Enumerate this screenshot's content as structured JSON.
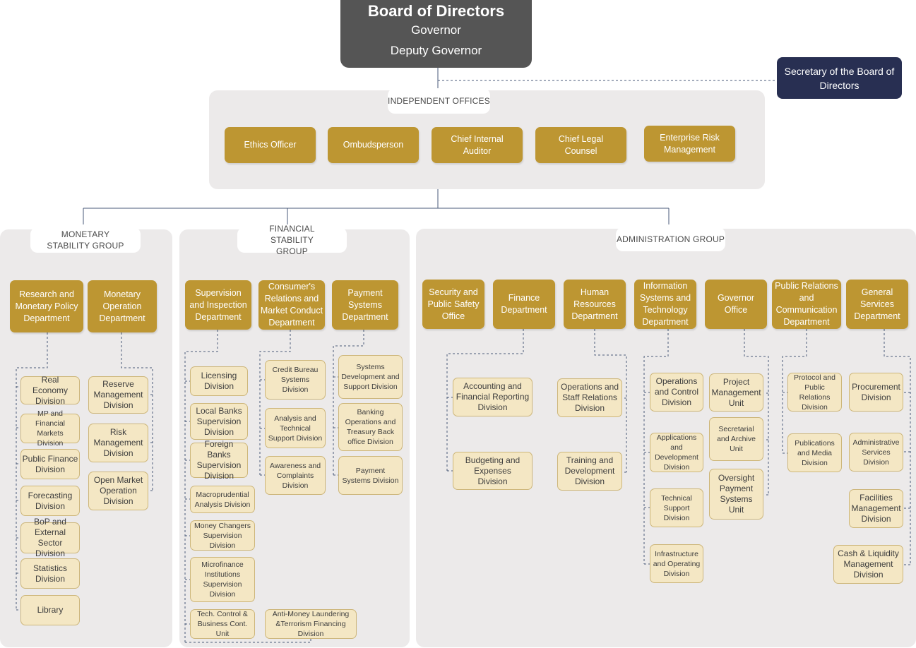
{
  "board": {
    "title": "Board of Directors",
    "governor": "Governor",
    "deputy": "Deputy Governor"
  },
  "secretary": "Secretary of the Board of Directors",
  "independent_offices": {
    "label": "INDEPENDENT OFFICES",
    "items": [
      "Ethics Officer",
      "Ombudsperson",
      "Chief Internal Auditor",
      "Chief Legal Counsel",
      "Enterprise Risk Management"
    ]
  },
  "groups": {
    "monetary": "MONETARY STABILITY GROUP",
    "financial": "FINANCIAL STABILITY GROUP",
    "administration": "ADMINISTRATION GROUP"
  },
  "departments": {
    "research": "Research and Monetary Policy Department",
    "monetary_operation": "Monetary Operation Department",
    "supervision": "Supervision and Inspection Department",
    "consumer": "Consumer's Relations and Market Conduct Department",
    "payment": "Payment Systems Department",
    "security": "Security and Public Safety Office",
    "finance": "Finance Department",
    "hr": "Human Resources Department",
    "ist": "Information Systems and Technology Department",
    "governor_office": "Governor Office",
    "public_relations": "Public Relations and Communication Department",
    "general_services": "General Services Department"
  },
  "divisions": {
    "research": [
      "Real Economy Division",
      "MP and Financial Markets Division",
      "Public Finance Division",
      "Forecasting Division",
      "BoP and External Sector Division",
      "Statistics Division",
      "Library"
    ],
    "monetary_operation": [
      "Reserve Management Division",
      "Risk Management Division",
      "Open Market Operation Division"
    ],
    "supervision": [
      "Licensing Division",
      "Local Banks Supervision Division",
      "Foreign Banks Supervision Division",
      "Macroprudential Analysis Division",
      "Money Changers Supervision Division",
      "Microfinance Institutions Supervision Division",
      "Tech. Control & Business Cont. Unit"
    ],
    "consumer": [
      "Credit Bureau Systems Division",
      "Analysis and Technical Support Division",
      "Awareness and Complaints Division",
      "Anti-Money Laundering &Terrorism Financing Division"
    ],
    "payment": [
      "Systems Development and Support Division",
      "Banking Operations and Treasury Back office Division",
      "Payment Systems Division"
    ],
    "finance": [
      "Accounting and Financial Reporting Division",
      "Budgeting and Expenses Division"
    ],
    "hr": [
      "Operations and Staff Relations Division",
      "Training and Development Division"
    ],
    "ist": [
      "Operations and Control Division",
      "Applications and Development Division",
      "Technical Support Division",
      "Infrastructure and Operating Division"
    ],
    "governor_office": [
      "Project Management Unit",
      "Secretarial and Archive Unit",
      "Oversight Payment Systems Unit"
    ],
    "public_relations": [
      "Protocol and Public Relations Division",
      "Publications and Media Division"
    ],
    "general_services": [
      "Procurement Division",
      "Administrative Services Division",
      "Facilities Management Division",
      "Cash & Liquidity Management Division"
    ]
  },
  "colors": {
    "board": "#555555",
    "secretary": "#282f52",
    "department": "#bd9632",
    "division": "#f4e7c4",
    "division_border": "#cdb67a",
    "panel": "#eceaea",
    "connector": "#4a5a78"
  }
}
